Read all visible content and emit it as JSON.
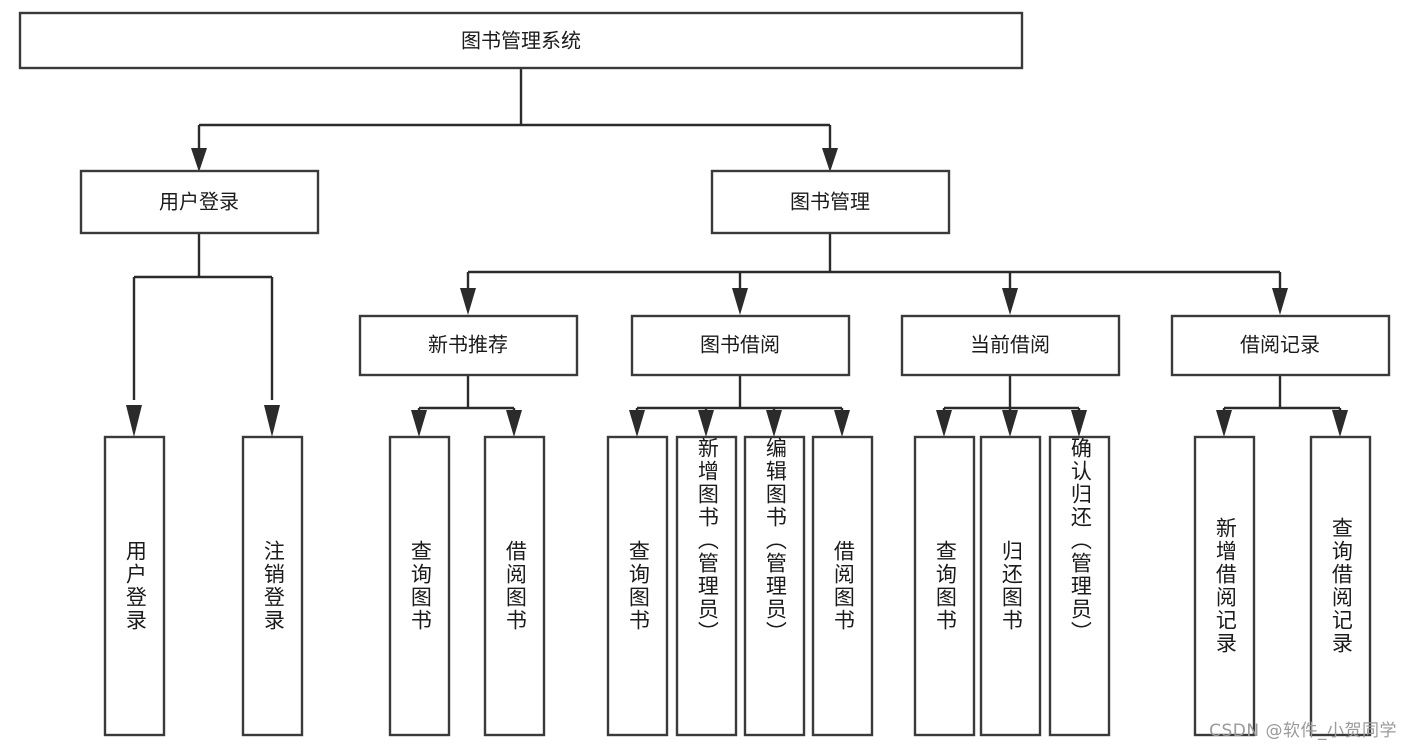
{
  "diagram": {
    "type": "tree-hierarchy-chart",
    "title": "图书管理系统",
    "orientation": "top-down",
    "colors": {
      "box_fill": "#ffffff",
      "box_stroke": "#3a3a3a",
      "edge_stroke": "#2b2b2b",
      "text": "#1b1b1b",
      "watermark": "#9a9a9a",
      "background": "#ffffff"
    },
    "root": {
      "label": "图书管理系统"
    },
    "level2": [
      {
        "label": "用户登录"
      },
      {
        "label": "图书管理"
      }
    ],
    "level3": [
      {
        "label": "新书推荐"
      },
      {
        "label": "图书借阅"
      },
      {
        "label": "当前借阅"
      },
      {
        "label": "借阅记录"
      }
    ],
    "leaves": {
      "user_login": [
        {
          "label": "用户登录"
        },
        {
          "label": "注销登录"
        }
      ],
      "new_book_recommend": [
        {
          "label": "查询图书"
        },
        {
          "label": "借阅图书"
        }
      ],
      "book_borrow": [
        {
          "label": "查询图书"
        },
        {
          "label": "新增图书（管理员）"
        },
        {
          "label": "编辑图书（管理员）"
        },
        {
          "label": "借阅图书"
        }
      ],
      "current_borrow": [
        {
          "label": "查询图书"
        },
        {
          "label": "归还图书"
        },
        {
          "label": "确认归还（管理员）"
        }
      ],
      "borrow_record": [
        {
          "label": "新增借阅记录"
        },
        {
          "label": "查询借阅记录"
        }
      ]
    }
  },
  "watermark": {
    "text": "CSDN @软件_小贺同学"
  }
}
